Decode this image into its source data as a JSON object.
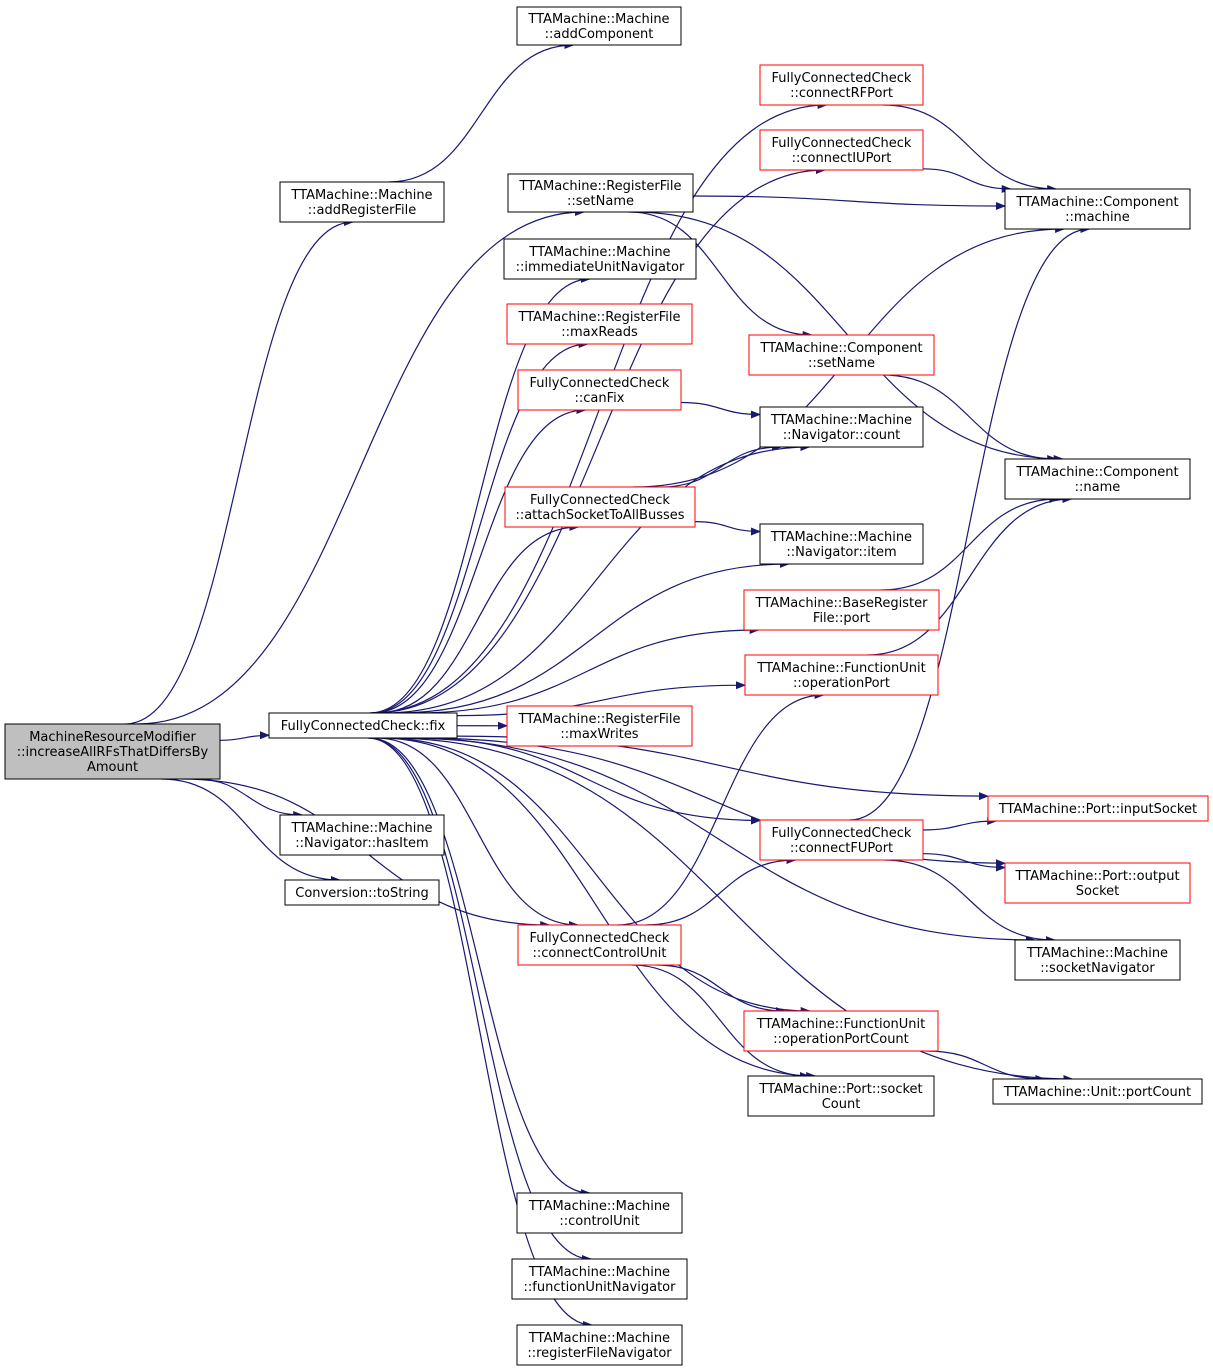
{
  "colors": {
    "edge": "#191970",
    "border_normal": "#000000",
    "border_truncated": "#ff0000",
    "root_fill": "#bfbfbf",
    "node_fill": "#ffffff"
  },
  "nodes": [
    {
      "id": "root",
      "lines": [
        "MachineResourceModifier",
        "::increaseAllRFsThatDiffersBy",
        "Amount"
      ],
      "style": "root"
    },
    {
      "id": "addRegisterFile",
      "lines": [
        "TTAMachine::Machine",
        "::addRegisterFile"
      ],
      "style": "normal"
    },
    {
      "id": "addComponent",
      "lines": [
        "TTAMachine::Machine",
        "::addComponent"
      ],
      "style": "normal"
    },
    {
      "id": "fix",
      "lines": [
        "FullyConnectedCheck::fix"
      ],
      "style": "normal"
    },
    {
      "id": "hasItem",
      "lines": [
        "TTAMachine::Machine",
        "::Navigator::hasItem"
      ],
      "style": "normal"
    },
    {
      "id": "toString",
      "lines": [
        "Conversion::toString"
      ],
      "style": "normal"
    },
    {
      "id": "rfSetName",
      "lines": [
        "TTAMachine::RegisterFile",
        "::setName"
      ],
      "style": "normal"
    },
    {
      "id": "immUnitNav",
      "lines": [
        "TTAMachine::Machine",
        "::immediateUnitNavigator"
      ],
      "style": "normal"
    },
    {
      "id": "maxReads",
      "lines": [
        "TTAMachine::RegisterFile",
        "::maxReads"
      ],
      "style": "truncated"
    },
    {
      "id": "canFix",
      "lines": [
        "FullyConnectedCheck",
        "::canFix"
      ],
      "style": "truncated"
    },
    {
      "id": "attachSocket",
      "lines": [
        "FullyConnectedCheck",
        "::attachSocketToAllBusses"
      ],
      "style": "truncated"
    },
    {
      "id": "maxWrites",
      "lines": [
        "TTAMachine::RegisterFile",
        "::maxWrites"
      ],
      "style": "truncated"
    },
    {
      "id": "connectControlUnit",
      "lines": [
        "FullyConnectedCheck",
        "::connectControlUnit"
      ],
      "style": "truncated"
    },
    {
      "id": "controlUnit",
      "lines": [
        "TTAMachine::Machine",
        "::controlUnit"
      ],
      "style": "normal"
    },
    {
      "id": "fuNav",
      "lines": [
        "TTAMachine::Machine",
        "::functionUnitNavigator"
      ],
      "style": "normal"
    },
    {
      "id": "rfNav",
      "lines": [
        "TTAMachine::Machine",
        "::registerFileNavigator"
      ],
      "style": "normal"
    },
    {
      "id": "connectRFPort",
      "lines": [
        "FullyConnectedCheck",
        "::connectRFPort"
      ],
      "style": "truncated"
    },
    {
      "id": "connectIUPort",
      "lines": [
        "FullyConnectedCheck",
        "::connectIUPort"
      ],
      "style": "truncated"
    },
    {
      "id": "compSetName",
      "lines": [
        "TTAMachine::Component",
        "::setName"
      ],
      "style": "truncated"
    },
    {
      "id": "navCount",
      "lines": [
        "TTAMachine::Machine",
        "::Navigator::count"
      ],
      "style": "normal"
    },
    {
      "id": "navItem",
      "lines": [
        "TTAMachine::Machine",
        "::Navigator::item"
      ],
      "style": "normal"
    },
    {
      "id": "brfPort",
      "lines": [
        "TTAMachine::BaseRegister",
        "File::port"
      ],
      "style": "truncated"
    },
    {
      "id": "opPort",
      "lines": [
        "TTAMachine::FunctionUnit",
        "::operationPort"
      ],
      "style": "truncated"
    },
    {
      "id": "connectFUPort",
      "lines": [
        "FullyConnectedCheck",
        "::connectFUPort"
      ],
      "style": "truncated"
    },
    {
      "id": "opPortCount",
      "lines": [
        "TTAMachine::FunctionUnit",
        "::operationPortCount"
      ],
      "style": "truncated"
    },
    {
      "id": "portSocketCount",
      "lines": [
        "TTAMachine::Port::socket",
        "Count"
      ],
      "style": "normal"
    },
    {
      "id": "compMachine",
      "lines": [
        "TTAMachine::Component",
        "::machine"
      ],
      "style": "normal"
    },
    {
      "id": "compName",
      "lines": [
        "TTAMachine::Component",
        "::name"
      ],
      "style": "normal"
    },
    {
      "id": "inputSocket",
      "lines": [
        "TTAMachine::Port::inputSocket"
      ],
      "style": "truncated"
    },
    {
      "id": "outputSocket",
      "lines": [
        "TTAMachine::Port::output",
        "Socket"
      ],
      "style": "truncated"
    },
    {
      "id": "socketNav",
      "lines": [
        "TTAMachine::Machine",
        "::socketNavigator"
      ],
      "style": "normal"
    },
    {
      "id": "unitPortCount",
      "lines": [
        "TTAMachine::Unit::portCount"
      ],
      "style": "normal"
    }
  ],
  "edges": [
    [
      "root",
      "addRegisterFile"
    ],
    [
      "root",
      "fix"
    ],
    [
      "root",
      "hasItem"
    ],
    [
      "root",
      "toString"
    ],
    [
      "root",
      "rfSetName"
    ],
    [
      "root",
      "connectControlUnit"
    ],
    [
      "addRegisterFile",
      "addComponent"
    ],
    [
      "fix",
      "connectRFPort"
    ],
    [
      "fix",
      "connectIUPort"
    ],
    [
      "fix",
      "immUnitNav"
    ],
    [
      "fix",
      "maxReads"
    ],
    [
      "fix",
      "canFix"
    ],
    [
      "fix",
      "navCount"
    ],
    [
      "fix",
      "attachSocket"
    ],
    [
      "fix",
      "navItem"
    ],
    [
      "fix",
      "brfPort"
    ],
    [
      "fix",
      "opPort"
    ],
    [
      "fix",
      "maxWrites"
    ],
    [
      "fix",
      "inputSocket"
    ],
    [
      "fix",
      "connectFUPort"
    ],
    [
      "fix",
      "outputSocket"
    ],
    [
      "fix",
      "connectControlUnit"
    ],
    [
      "fix",
      "socketNav"
    ],
    [
      "fix",
      "opPortCount"
    ],
    [
      "fix",
      "portSocketCount"
    ],
    [
      "fix",
      "unitPortCount"
    ],
    [
      "fix",
      "controlUnit"
    ],
    [
      "fix",
      "fuNav"
    ],
    [
      "fix",
      "rfNav"
    ],
    [
      "connectRFPort",
      "compMachine"
    ],
    [
      "connectIUPort",
      "compMachine"
    ],
    [
      "rfSetName",
      "compMachine"
    ],
    [
      "rfSetName",
      "compSetName"
    ],
    [
      "rfSetName",
      "compName"
    ],
    [
      "compSetName",
      "compName"
    ],
    [
      "canFix",
      "navCount"
    ],
    [
      "attachSocket",
      "navCount"
    ],
    [
      "attachSocket",
      "compMachine"
    ],
    [
      "attachSocket",
      "navItem"
    ],
    [
      "brfPort",
      "compName"
    ],
    [
      "opPort",
      "compName"
    ],
    [
      "connectFUPort",
      "inputSocket"
    ],
    [
      "connectFUPort",
      "outputSocket"
    ],
    [
      "connectFUPort",
      "socketNav"
    ],
    [
      "connectFUPort",
      "compMachine"
    ],
    [
      "connectControlUnit",
      "opPort"
    ],
    [
      "connectControlUnit",
      "connectFUPort"
    ],
    [
      "connectControlUnit",
      "opPortCount"
    ],
    [
      "connectControlUnit",
      "portSocketCount"
    ],
    [
      "opPortCount",
      "unitPortCount"
    ]
  ]
}
